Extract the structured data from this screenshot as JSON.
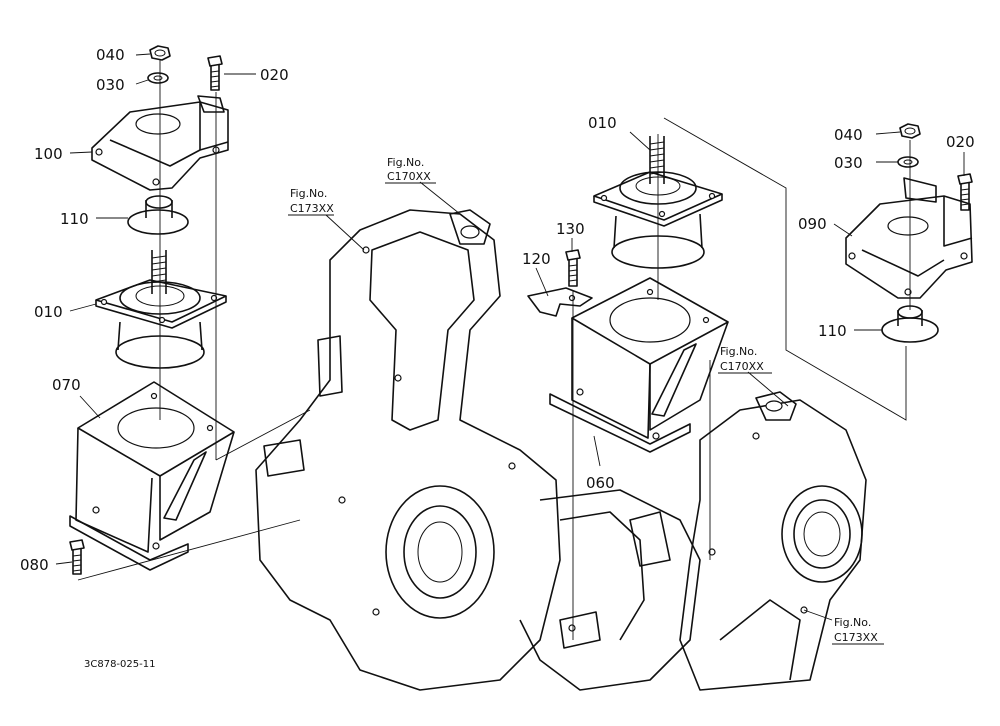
{
  "callouts": {
    "c040_left": "040",
    "c030_left": "030",
    "c020_left": "020",
    "c100": "100",
    "c110_left": "110",
    "c010_left": "010",
    "c070": "070",
    "c080": "080",
    "c010_center": "010",
    "c130": "130",
    "c120": "120",
    "c060": "060",
    "c040_right": "040",
    "c030_right": "030",
    "c020_right": "020",
    "c090": "090",
    "c110_right": "110"
  },
  "figure_refs": {
    "ref1": {
      "line1": "Fig.No.",
      "line2": "C173XX"
    },
    "ref2": {
      "line1": "Fig.No.",
      "line2": "C170XX"
    },
    "ref3": {
      "line1": "Fig.No.",
      "line2": "C170XX"
    },
    "ref4": {
      "line1": "Fig.No.",
      "line2": "C173XX"
    }
  },
  "drawing_id": "3C878-025-11"
}
